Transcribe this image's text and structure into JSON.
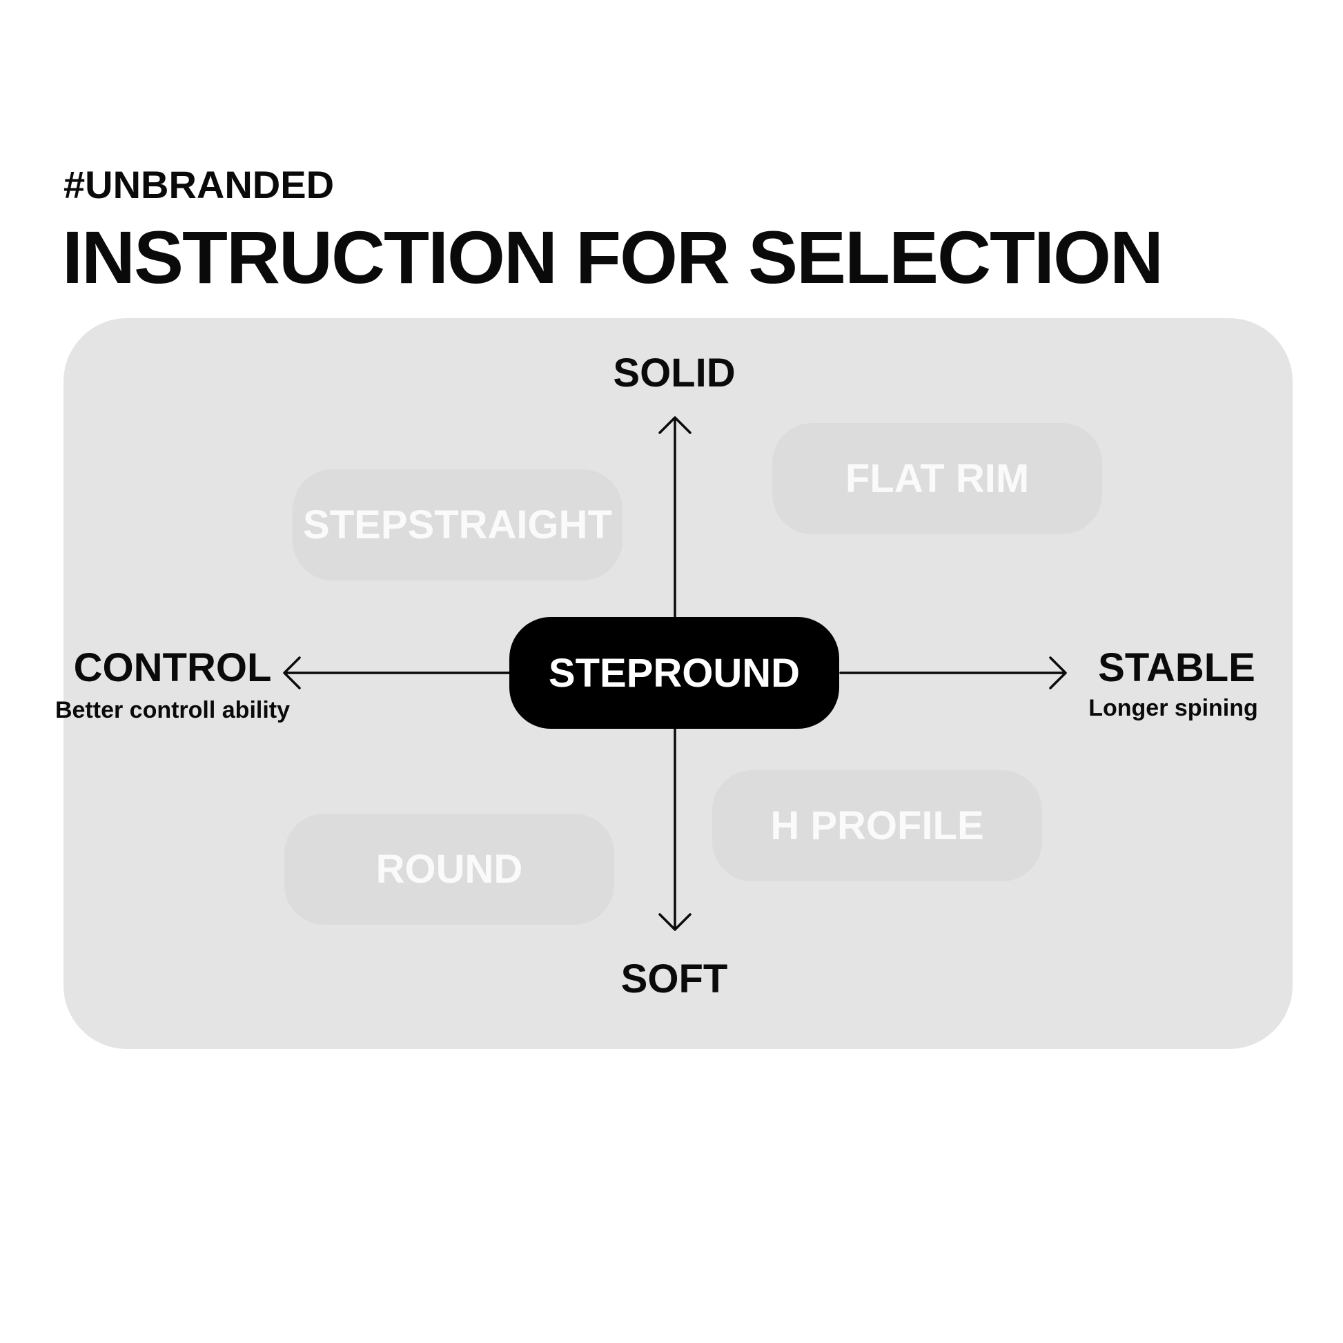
{
  "header": {
    "eyebrow": "#UNBRANDED",
    "title": "INSTRUCTION FOR SELECTION"
  },
  "axes": {
    "top": {
      "label": "SOLID"
    },
    "bottom": {
      "label": "SOFT"
    },
    "left": {
      "label": "CONTROL",
      "description": "Better controll ability"
    },
    "right": {
      "label": "STABLE",
      "description": "Longer spining"
    }
  },
  "options": {
    "center": {
      "label": "STEPROUND",
      "selected": true
    },
    "top_left": {
      "label": "STEPSTRAIGHT",
      "selected": false
    },
    "top_right": {
      "label": "FLAT RIM",
      "selected": false
    },
    "bottom_left": {
      "label": "ROUND",
      "selected": false
    },
    "bottom_right": {
      "label": "H PROFILE",
      "selected": false
    }
  },
  "colors": {
    "panel": "#e5e4e5",
    "inactive_pill": "#dcdcdc",
    "inactive_text": "#fafafa",
    "active_pill": "#000000",
    "active_text": "#ffffff",
    "ink": "#0a0a0a"
  }
}
